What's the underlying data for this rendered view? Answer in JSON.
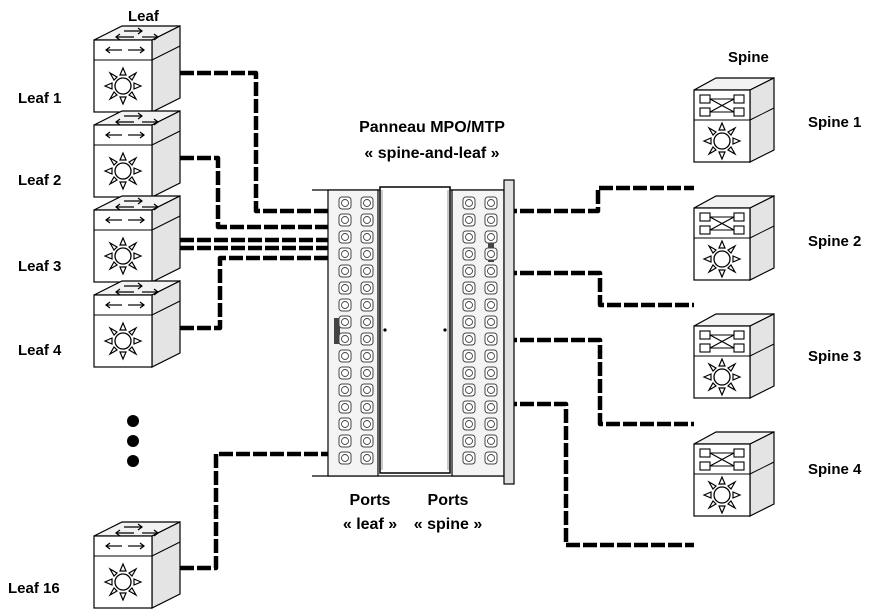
{
  "leaf_header": "Leaf",
  "spine_header": "Spine",
  "leaves": [
    {
      "label": "Leaf 1"
    },
    {
      "label": "Leaf 2"
    },
    {
      "label": "Leaf 3"
    },
    {
      "label": "Leaf 4"
    },
    {
      "label": "Leaf 16"
    }
  ],
  "spines": [
    {
      "label": "Spine 1"
    },
    {
      "label": "Spine 2"
    },
    {
      "label": "Spine 3"
    },
    {
      "label": "Spine 4"
    }
  ],
  "panel": {
    "title_line1": "Panneau MPO/MTP",
    "title_line2": "« spine-and-leaf »",
    "ports_leaf_line1": "Ports",
    "ports_leaf_line2": "« leaf »",
    "ports_spine_line1": "Ports",
    "ports_spine_line2": "« spine »"
  },
  "ellipsis": "•••"
}
